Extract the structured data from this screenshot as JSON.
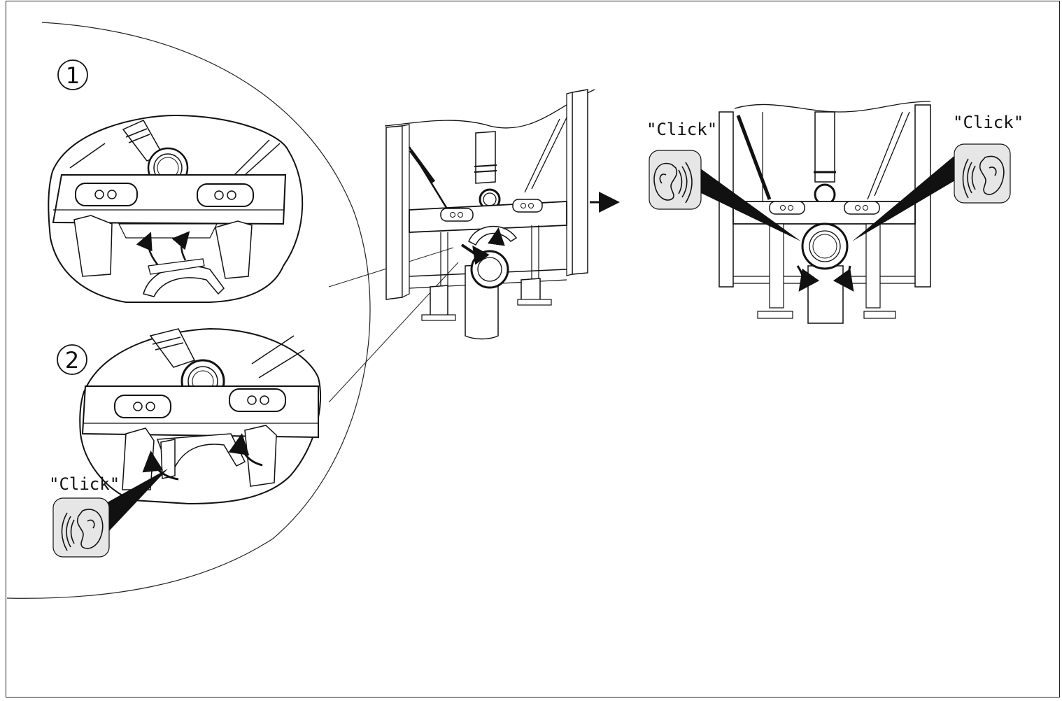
{
  "steps": {
    "step1": "1",
    "step2": "2"
  },
  "callouts": {
    "step2_click": "\"Click\"",
    "right_left_click": "\"Click\"",
    "right_right_click": "\"Click\""
  },
  "icons": [
    "ear-icon",
    "arrow-right-icon",
    "click-arrow-icon"
  ],
  "colors": {
    "line": "#1a1a1a",
    "background": "#ffffff",
    "callout_fill": "#e6e6e6",
    "bracket_fill": "#111111"
  }
}
